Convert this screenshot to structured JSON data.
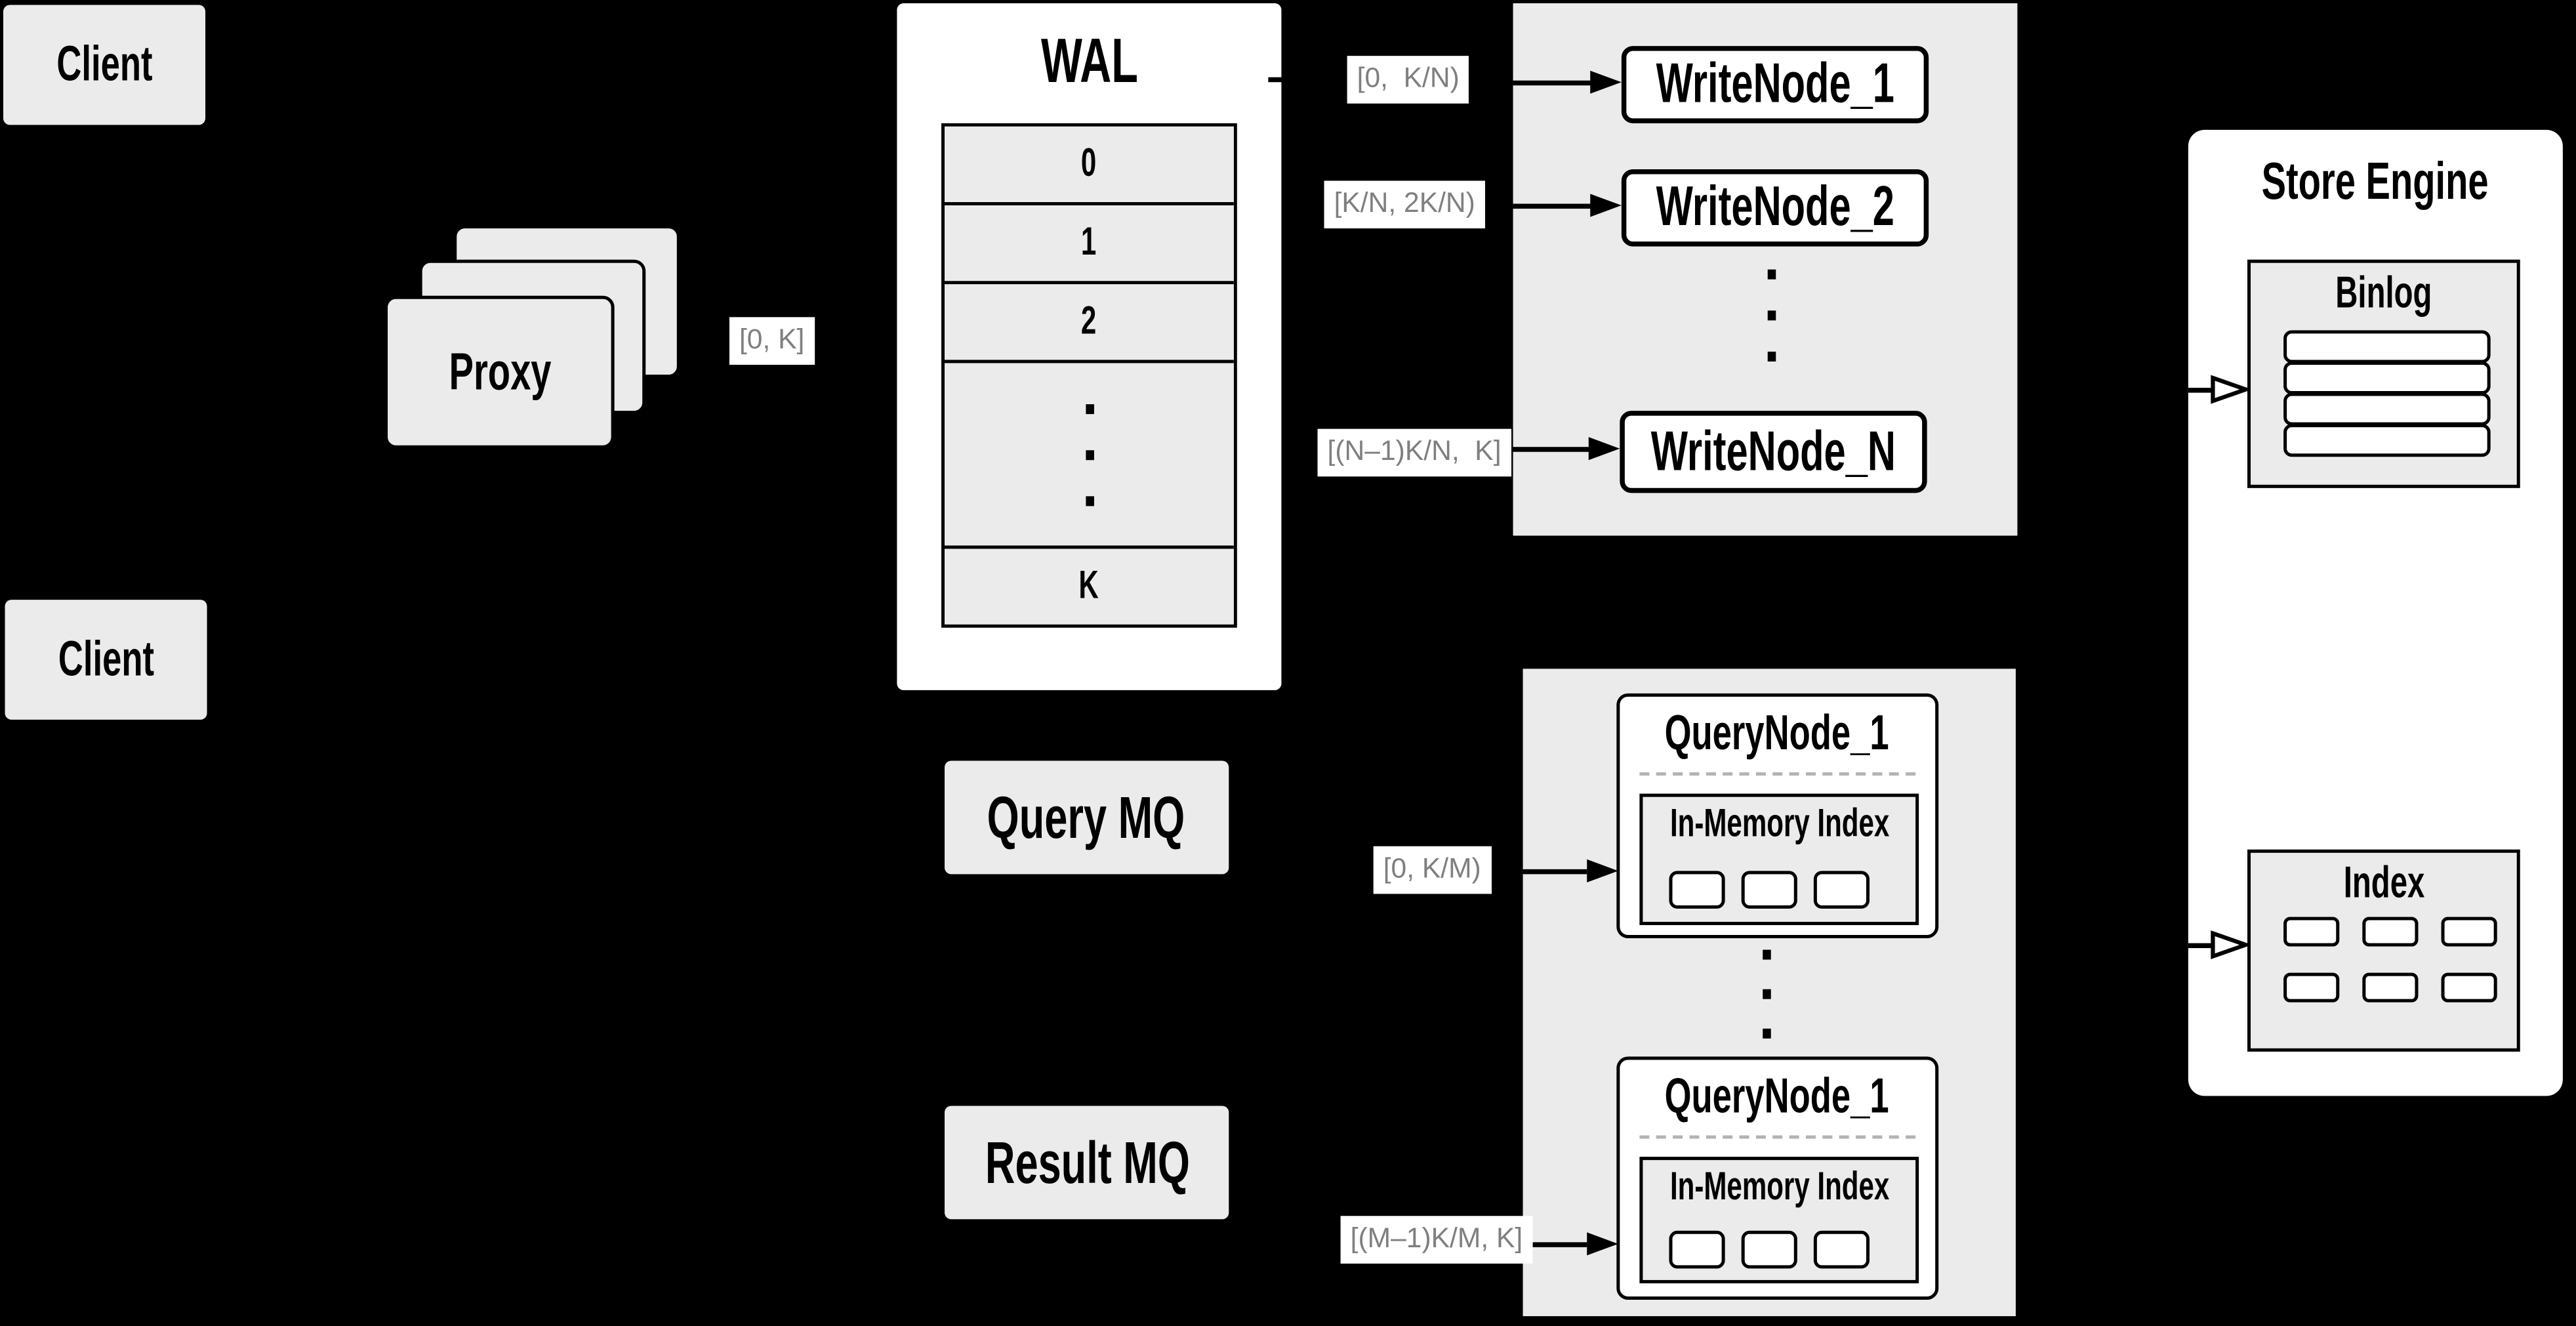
{
  "colors": {
    "canvas_bg": "#000000",
    "node_fill": "#ebebeb",
    "node_white": "#ffffff",
    "border": "#000000",
    "range_label_text": "#7f7f7f",
    "dashed_divider": "#b3b3b3"
  },
  "clients": {
    "top_label": "Client",
    "bottom_label": "Client"
  },
  "proxy": {
    "label": "Proxy"
  },
  "wal": {
    "title": "WAL",
    "slots": [
      "0",
      "1",
      "2"
    ],
    "last_slot": "K"
  },
  "write_nodes": {
    "node_1": "WriteNode_1",
    "node_2": "WriteNode_2",
    "node_n": "WriteNode_N"
  },
  "store_engine": {
    "title": "Store Engine",
    "binlog_title": "Binlog",
    "index_title": "Index"
  },
  "message_queues": {
    "query": "Query MQ",
    "result": "Result MQ"
  },
  "query_nodes": {
    "node_1_title": "QueryNode_1",
    "node_1_inner_title": "In-Memory Index",
    "node_2_title": "QueryNode_1",
    "node_2_inner_title": "In-Memory Index"
  },
  "edge_labels": {
    "client_to_proxy_range": "[0, K]",
    "wal_to_writenode_1": "[0,  K/N)",
    "wal_to_writenode_2": "[K/N, 2K/N)",
    "wal_to_writenode_n": "[(N–1)K/N,  K]",
    "querymq_to_querynode_1": "[0, K/M)",
    "resultmq_to_querynode_2": "[(M–1)K/M, K]"
  }
}
